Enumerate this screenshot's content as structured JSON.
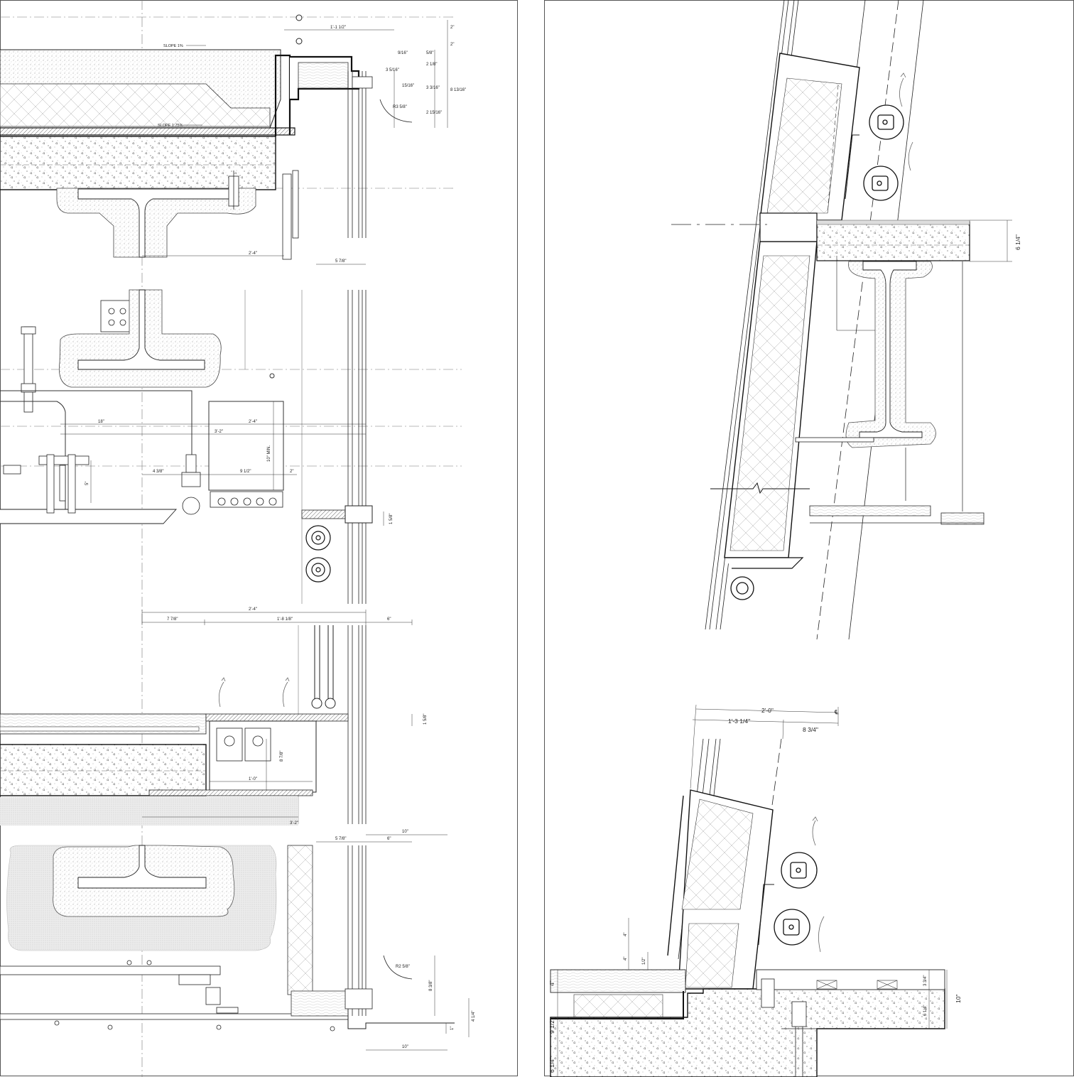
{
  "left_sheet": {
    "roof_section": {
      "notes": {
        "slope_top": "SLOPE 1%",
        "slope_bottom": "SLOPE 1:75%"
      },
      "dims": {
        "d_1_1_half": "1'-1 1/2\"",
        "d_2a": "2\"",
        "d_2b": "2\"",
        "d_9_16": "9/16\"",
        "d_5_8": "5/8\"",
        "d_2_1_8": "2 1/8\"",
        "d_3_5_16": "3 5/16\"",
        "d_8_13_16": "8 13/16\"",
        "d_3_3_16": "3 3/16\"",
        "d_15_16": "15/16\"",
        "d_2_15_16": "2 15/16\"",
        "d_r3_5_8": "R3 5/8\"",
        "d_2_4": "2'-4\"",
        "d_5_7_8": "5 7/8\""
      }
    },
    "mech_section": {
      "dims": {
        "d_18": "18\"",
        "d_2_4": "2'-4\"",
        "d_3_2": "3'-2\"",
        "d_10_min": "10\" MIN.",
        "d_4_3_8": "4 3/8\"",
        "d_9_half": "9 1/2\"",
        "d_2": "2\"",
        "d_5": "5\"",
        "d_1_5_8": "1 5/8\""
      }
    },
    "floor_section": {
      "dims": {
        "d_2_4": "2'-4\"",
        "d_7_7_8": "7 7/8\"",
        "d_1_8_1_8": "1'-8 1/8\"",
        "d_6": "6\"",
        "d_1_5_8": "1 5/8\"",
        "d_8_7_8": "8 7/8\"",
        "d_1_0": "1'-0\"",
        "d_3_2": "3'-2\""
      }
    },
    "base_section": {
      "dims": {
        "d_5_7_8": "5 7/8\"",
        "d_6": "6\"",
        "d_10_top": "10\"",
        "d_r2_5_8": "R2 5/8\"",
        "d_8_3_8": "8 3/8\"",
        "d_4_1_4": "4 1/4\"",
        "d_1": "1\"",
        "d_10_bottom": "10\""
      }
    }
  },
  "right_sheet": {
    "upper_section": {
      "dims": {
        "d_6_1_4": "6 1/4\""
      }
    },
    "lower_section": {
      "centerline_symbol": "℄",
      "dims": {
        "d_2_0": "2'-0\"",
        "d_1_3_1_4": "1'-3 1/4\"",
        "d_8_3_4": "8 3/4\"",
        "d_4_a": "4\"",
        "d_4_b": "4\"",
        "d_1_2": "1/2\"",
        "d_4_left": "4\"",
        "d_9_1_2": "9 1/2\"",
        "d_6_1_4_left": "6 1/4\"",
        "d_3_3_4": "3 3/4\"",
        "d_6_1_4_right": "6 1/4\"",
        "d_10": "10\""
      }
    }
  }
}
